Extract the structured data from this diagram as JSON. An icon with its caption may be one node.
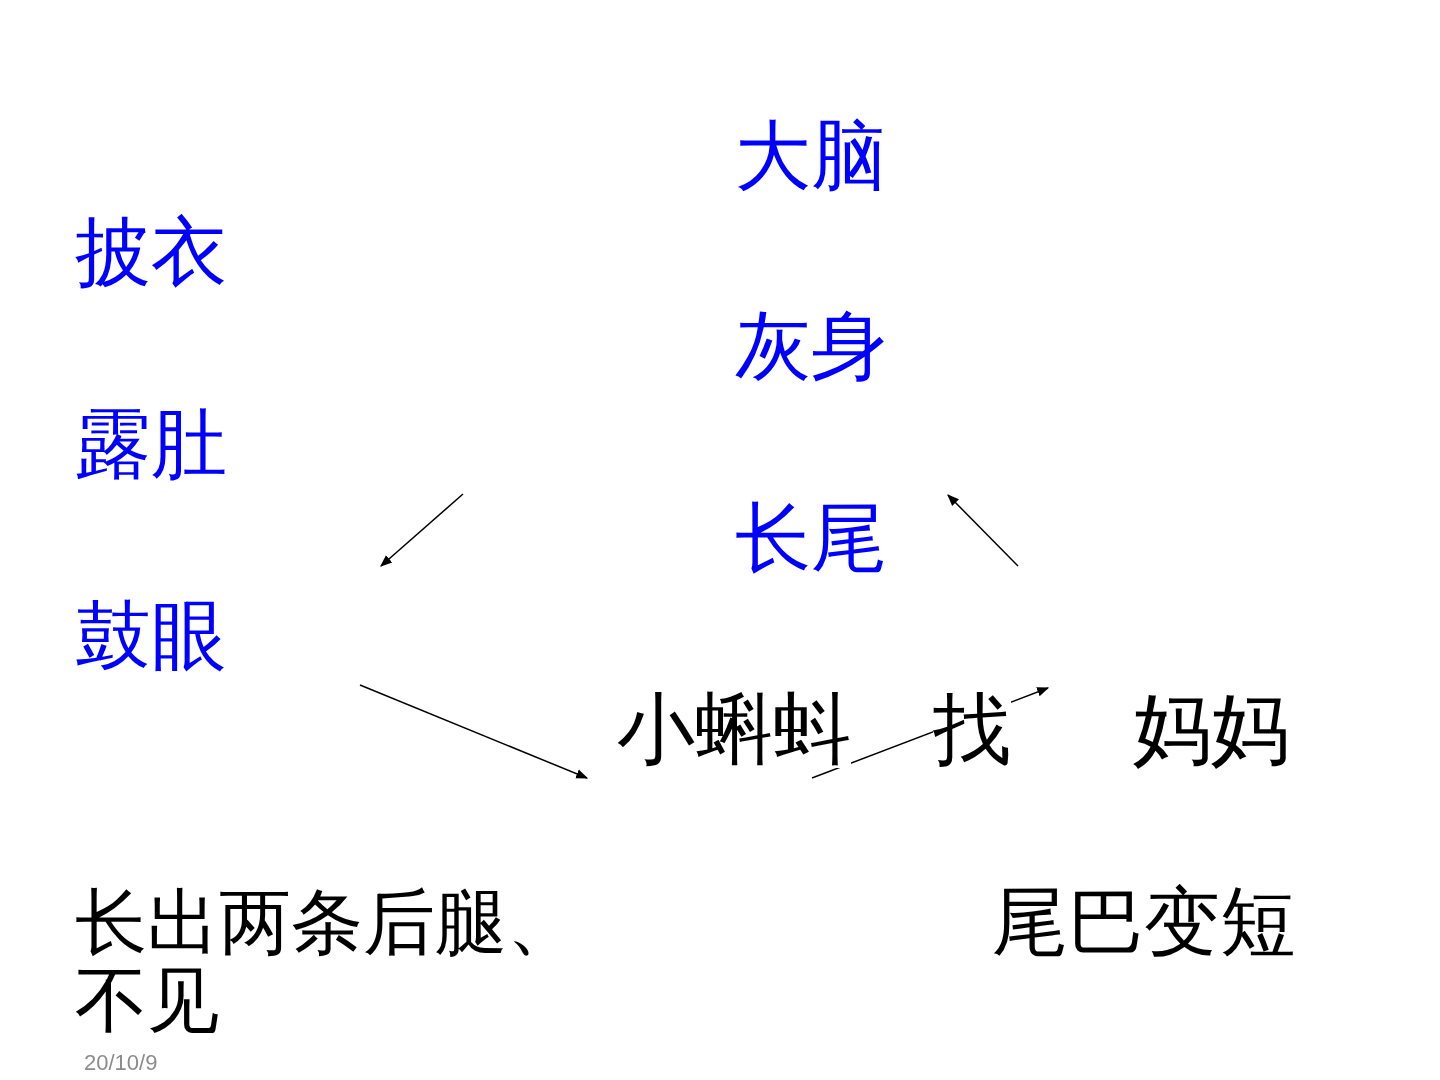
{
  "diagram": {
    "labels": [
      "大脑",
      "披衣",
      "灰身",
      "露肚",
      "长尾",
      "鼓眼",
      "小蝌蚪",
      "找",
      "妈妈",
      "长出两条后腿、不见",
      "尾巴变短",
      "20/10/9"
    ]
  }
}
